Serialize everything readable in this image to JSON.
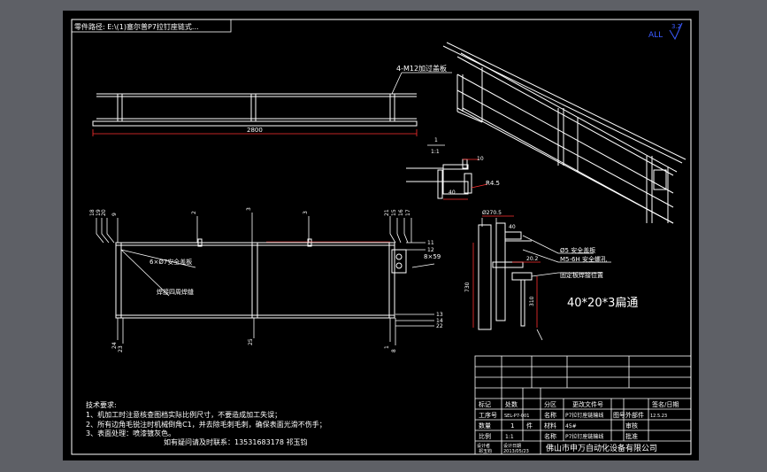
{
  "header": {
    "file_path": "零件路径: E:\\(1)塞尔普P7拉钉座链式..."
  },
  "labels": {
    "all": "ALL",
    "roughness": "3.2",
    "bolt_note": "4-M12加过盖板",
    "length_2800": "2800",
    "section_1": "1",
    "section_ratio": "1:1",
    "dim_10": "10",
    "dim_r45": "R4.5",
    "dim_40": "40",
    "mount_hole": "6×Ø7安全盖板",
    "weld_seam": "焊接四周焊缝",
    "dim_8x59": "8×59",
    "side_dim_top": "Ø270.5",
    "side_dim_202": "20.2",
    "side_note1": "Ø5 安全盖板",
    "side_note2": "M5-6H 安全螺孔",
    "side_note3": "固定板焊接位置",
    "dim_730": "730",
    "dim_310": "310",
    "dim_40b": "40",
    "profile": "40*20*3扁通"
  },
  "tech": {
    "title": "技术要求:",
    "line1": "1、机加工时注意核查图档实际比例尺寸，不要造成加工失误；",
    "line2": "2、所有边角毛锐注时机械倒角C1，并去除毛刺毛刺，确保表面光滑不伤手；",
    "line3": "3、表面处理：喷漆镀灰色。",
    "contact": "如有疑问请及时联系：13531683178 祁玉钧"
  },
  "titleblock": {
    "h_mark": "标记",
    "h_count": "处数",
    "h_zone": "分区",
    "h_doc": "更改文件号",
    "h_sign": "签名/日期",
    "r_process": "工序号",
    "part_no": "SEL-P7-001",
    "r_name": "名称",
    "name_val": "P7拉钉座链输线",
    "r_drawing": "图号",
    "drawing_val": "外部件",
    "date_small": "12.5.23",
    "r_qty": "数量",
    "qty_val": "1",
    "r_unit": "件",
    "r_material": "材料",
    "material_val": "45#",
    "r_review": "审核",
    "r_scale": "比例",
    "scale_val": "1:1",
    "r_pname": "名称",
    "pname_val": "P7拉钉座链输线",
    "r_approve": "批准",
    "r_designer": "设计者",
    "designer_val": "祁玉钧",
    "r_date": "设计日期",
    "date_val": "2013/05/23",
    "company": "佛山市申万自动化设备有限公司"
  },
  "balloons": {
    "b1": "18",
    "b2": "19",
    "b3": "20",
    "b4": "9",
    "b5": "2",
    "b6": "3",
    "b7": "3",
    "b8": "21",
    "b9": "15",
    "b10": "16",
    "b11": "17",
    "b12": "11",
    "b13": "12",
    "b14": "13",
    "b15": "14",
    "b16": "22",
    "b17": "24",
    "b18": "23",
    "b19": "25",
    "b20": "1",
    "b21": "8"
  },
  "colors": {
    "frame": "#ffffff",
    "dimension": "#ff0000",
    "leader": "#ffffff",
    "accent": "#0000ff",
    "sheet": "#000000",
    "background": "#5e6066"
  }
}
